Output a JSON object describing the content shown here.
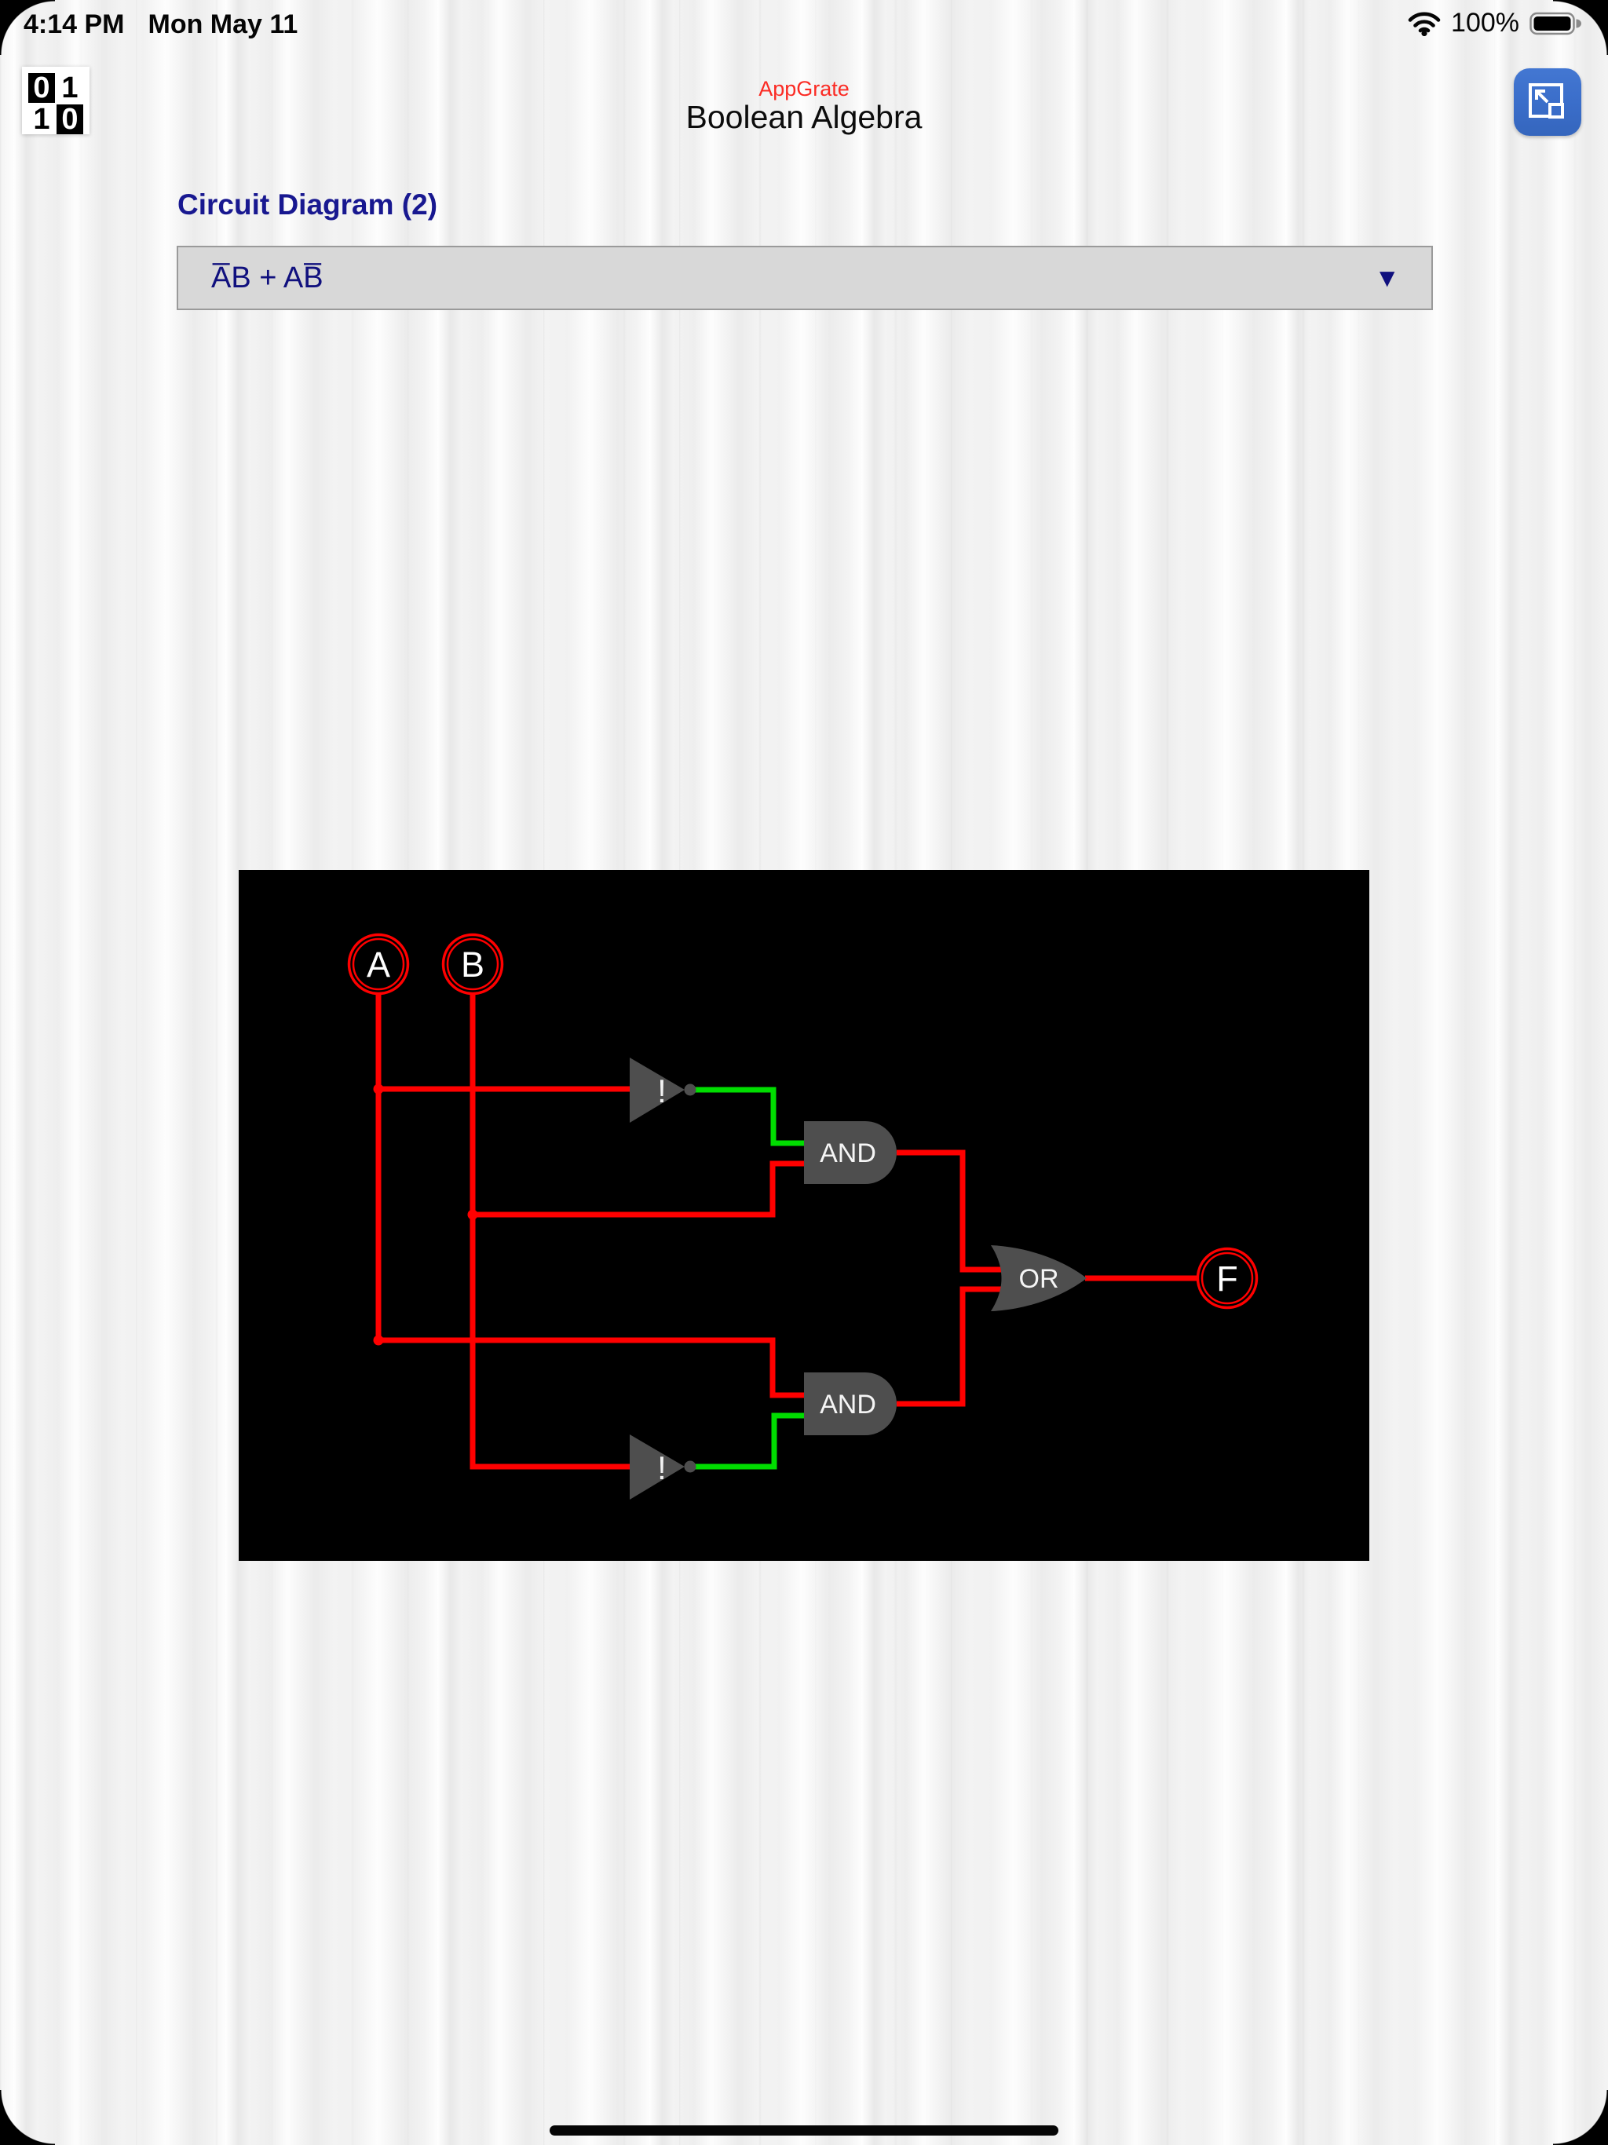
{
  "status_bar": {
    "time": "4:14 PM",
    "date": "Mon May 11",
    "battery_percent": "100%"
  },
  "app_icon": {
    "cells": [
      "0",
      "1",
      "1",
      "0"
    ]
  },
  "header": {
    "app_name": "AppGrate",
    "title": "Boolean Algebra"
  },
  "section": {
    "heading": "Circuit Diagram (2)"
  },
  "expression_dropdown": {
    "value": "A̅B + AB̅",
    "arrow": "▼"
  },
  "circuit": {
    "input_a": "A",
    "input_b": "B",
    "output_f": "F",
    "not1": "!",
    "not2": "!",
    "and1": "AND",
    "and2": "AND",
    "or": "OR"
  },
  "colors": {
    "wire_low": "#ff0000",
    "wire_high": "#00dd00",
    "gate_fill": "#4e4e4e",
    "canvas_bg": "#000000",
    "accent_navy": "#10107e",
    "heading_navy": "#181890",
    "app_name_red": "#fb2b24",
    "button_blue": "#3a6dc9"
  }
}
